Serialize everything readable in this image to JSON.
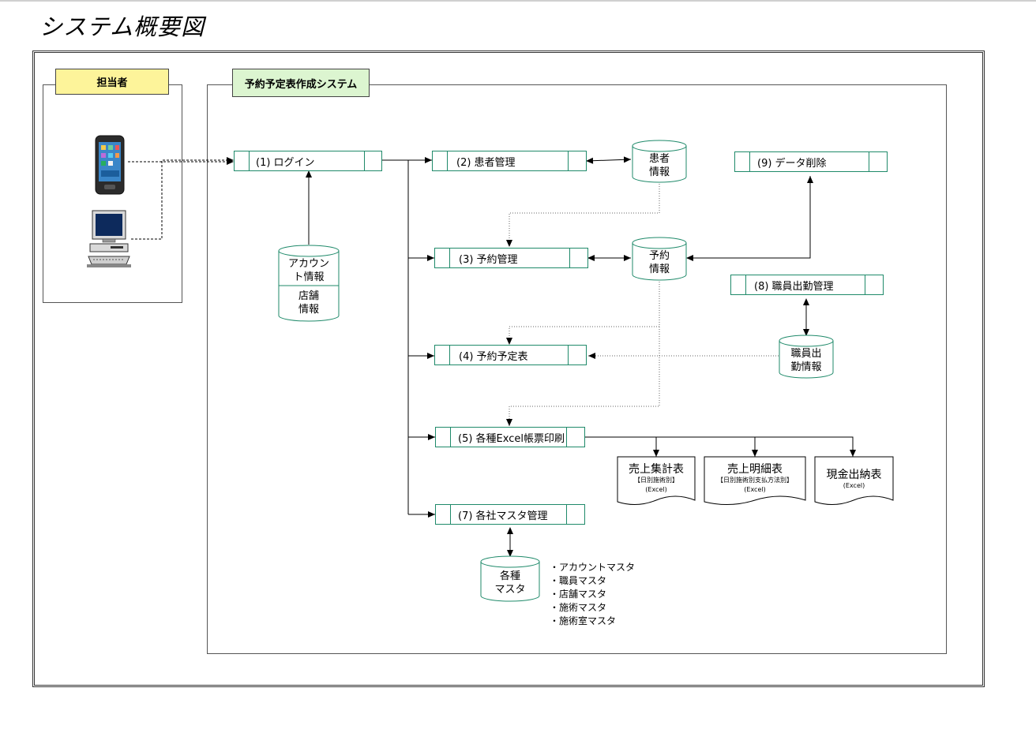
{
  "page": {
    "title": "システム概要図"
  },
  "actor": {
    "label": "担当者"
  },
  "system": {
    "label": "予約予定表作成システム"
  },
  "processes": {
    "login": "(1) ログイン",
    "patient": "(2) 患者管理",
    "reservation": "(3) 予約管理",
    "schedule": "(4) 予約予定表",
    "excel": "(5) 各種Excel帳票印刷",
    "master": "(7) 各社マスタ管理",
    "attendance": "(8) 職員出勤管理",
    "delete": "(9) データ削除"
  },
  "datastores": {
    "account": [
      "アカウン",
      "ト情報"
    ],
    "store": [
      "店舗",
      "情報"
    ],
    "patient": [
      "患者",
      "情報"
    ],
    "reservation": [
      "予約",
      "情報"
    ],
    "staff": [
      "職員出",
      "勤情報"
    ],
    "master": [
      "各種",
      "マスタ"
    ]
  },
  "documents": {
    "sales_summary": {
      "title": "売上集計表",
      "sub1": "【日別施術別】",
      "sub2": "(Excel)"
    },
    "sales_detail": {
      "title": "売上明細表",
      "sub1": "【日別施術別支払方法別】",
      "sub2": "(Excel)"
    },
    "cash": {
      "title": "現金出納表",
      "sub2": "(Excel)"
    }
  },
  "master_list": [
    "・アカウントマスタ",
    "・職員マスタ",
    "・店舗マスタ",
    "・施術マスタ",
    "・施術室マスタ"
  ],
  "colors": {
    "actor_fill": "#fdf49a",
    "system_fill": "#dcf5d0",
    "process_border": "#1f8a6a"
  }
}
